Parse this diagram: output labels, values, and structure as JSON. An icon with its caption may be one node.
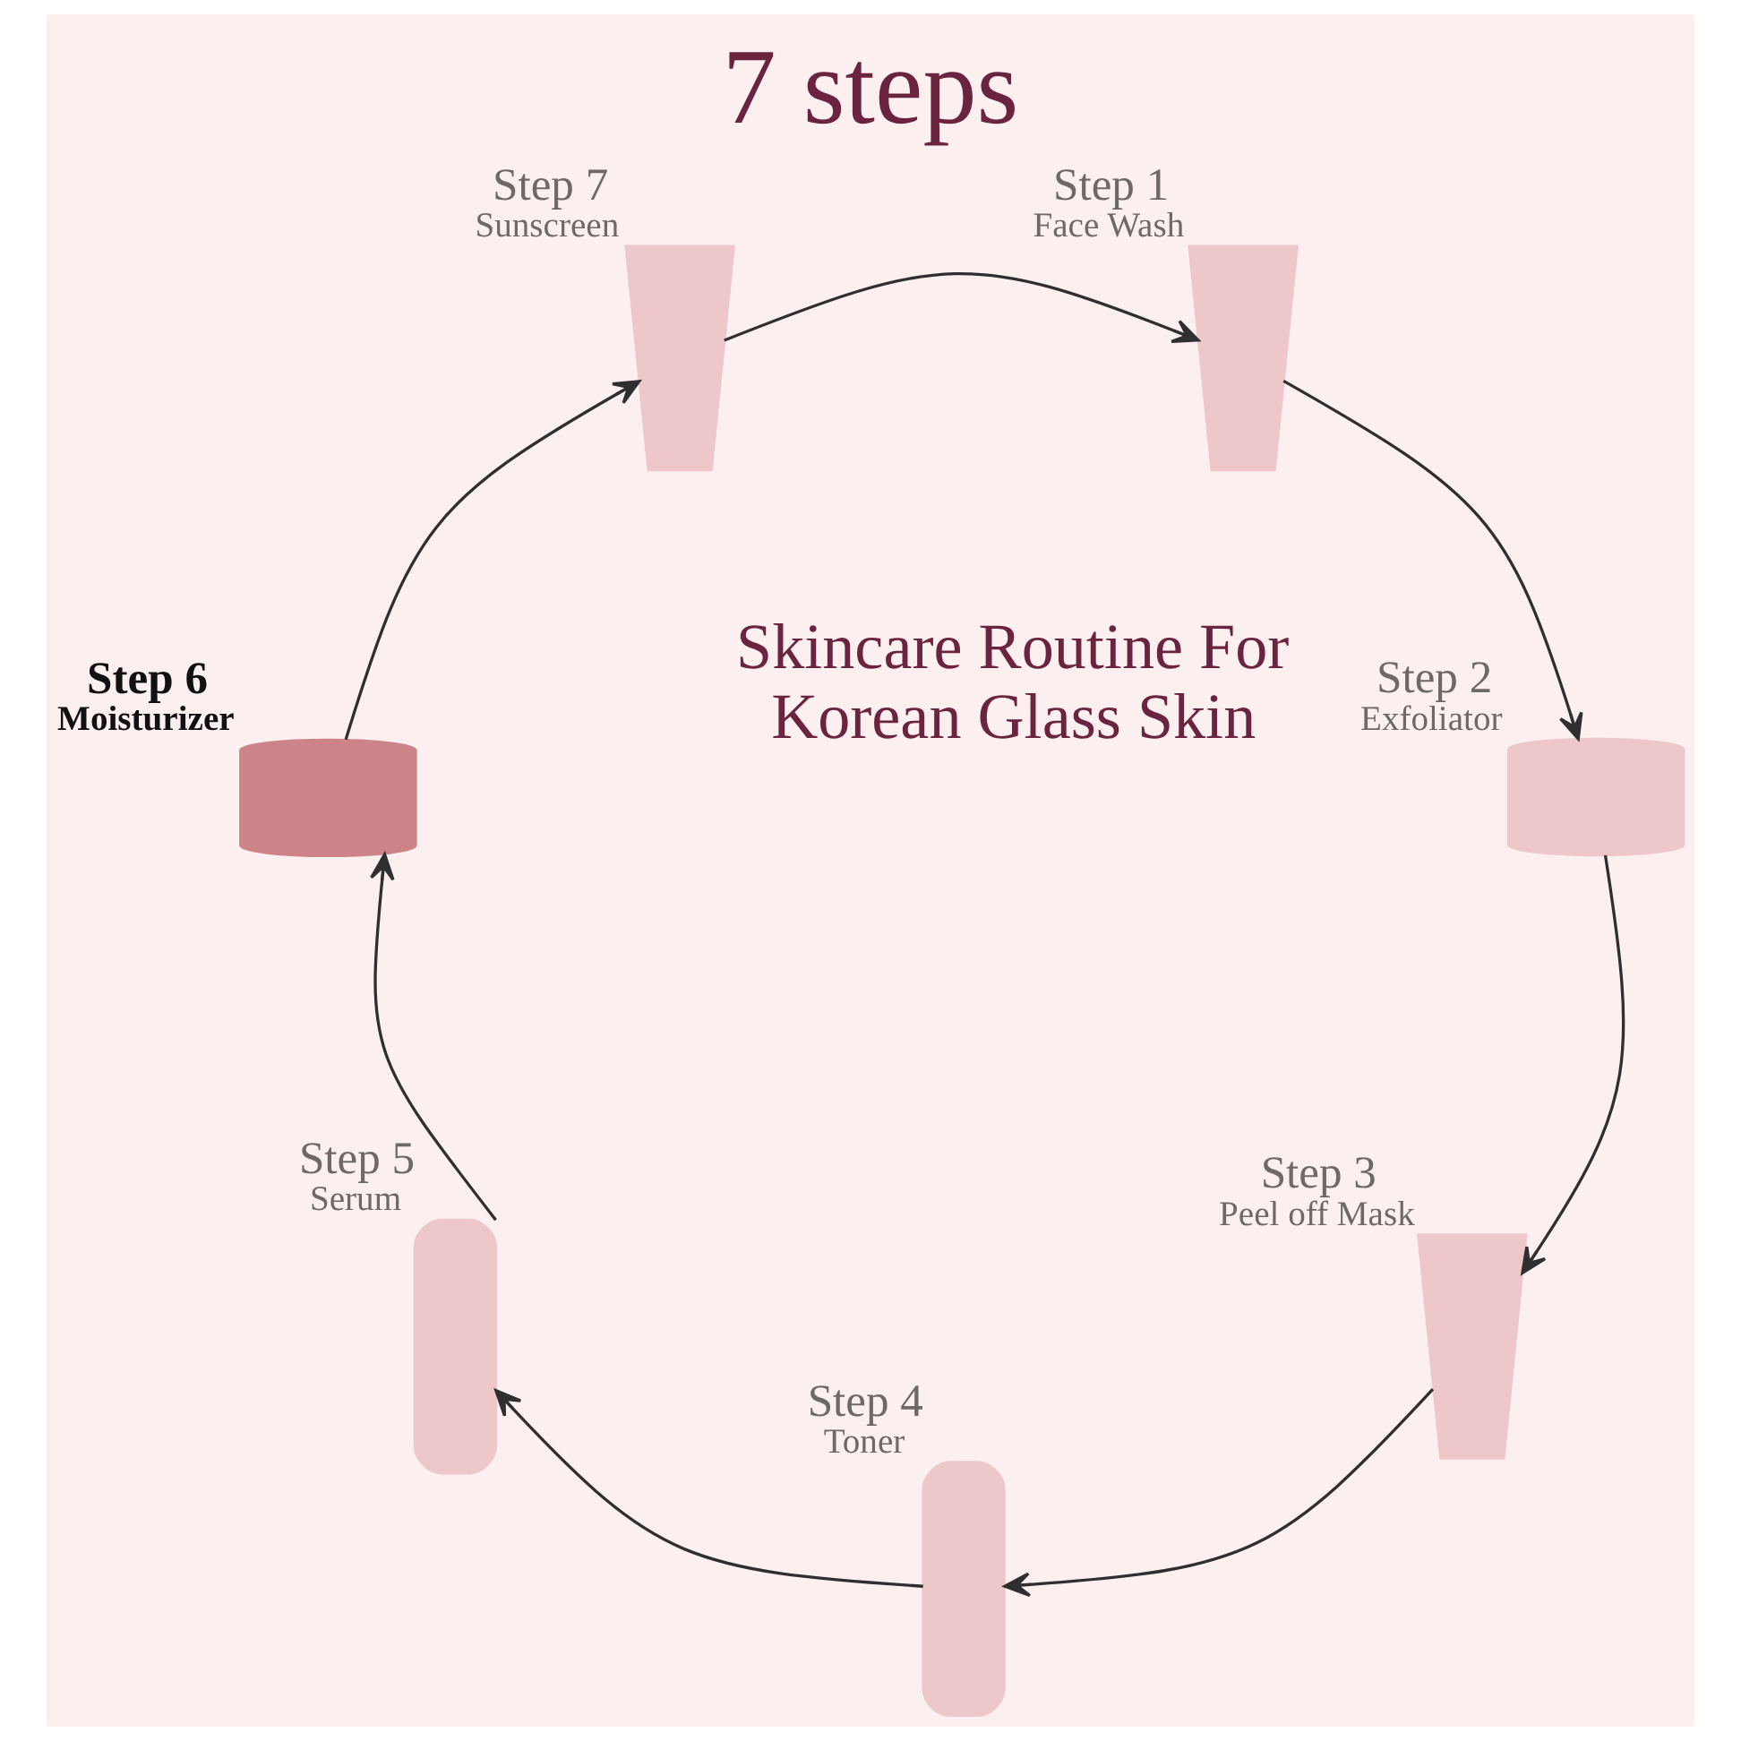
{
  "diagram": {
    "title": "7 steps",
    "nodes": [
      {
        "text": [],
        "shape": "tube",
        "beside": [
          "Step 1",
          "Face Wash"
        ]
      },
      {
        "text": [],
        "shape": "jar",
        "beside": [
          "Step 2",
          "Exfoliator"
        ]
      },
      {
        "text": [],
        "shape": "tube",
        "beside": [
          "Step 3",
          "Peel off Mask"
        ]
      },
      {
        "text": [],
        "shape": "bottle",
        "beside": [
          "Step 4",
          "Toner"
        ]
      },
      {
        "text": [],
        "shape": "bottle",
        "beside": [
          "Step 5",
          "Serum"
        ]
      },
      {
        "text": [],
        "shape": "jar",
        "beside": [
          "Step 6",
          "Moisturizer"
        ]
      },
      {
        "text": [],
        "shape": "tube",
        "beside": [
          "Step 7",
          "Sunscreen"
        ]
      }
    ],
    "edges": [
      {
        "from": 0,
        "to": 1,
        "arrow": "to"
      },
      {
        "from": 1,
        "to": 2,
        "arrow": "to"
      },
      {
        "from": 2,
        "to": 3,
        "arrow": "to"
      },
      {
        "from": 3,
        "to": 4,
        "arrow": "to"
      },
      {
        "from": 4,
        "to": 5,
        "arrow": "to"
      },
      {
        "from": 5,
        "to": 6,
        "arrow": "to"
      },
      {
        "from": 6,
        "to": 0,
        "arrow": "to"
      }
    ],
    "labels": [
      "Skincare Routine For Korean Glass Skin"
    ]
  }
}
